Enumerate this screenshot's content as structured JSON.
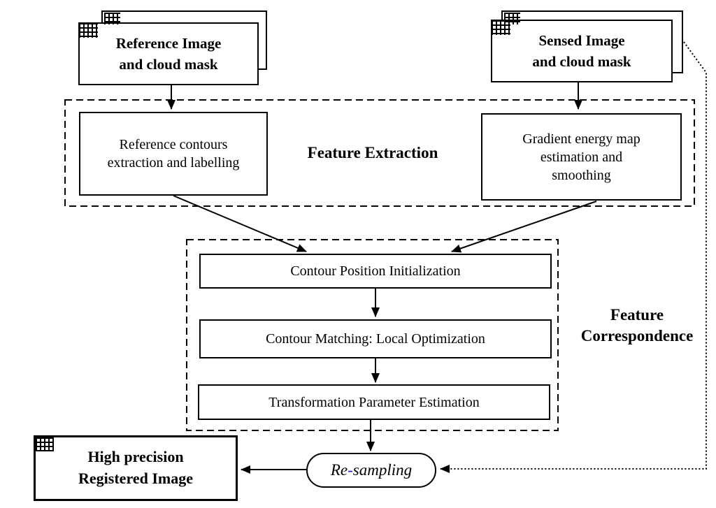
{
  "diagram": {
    "colors": {
      "ink": "#000000",
      "background": "#ffffff",
      "hyphen_blue": "#2020cc"
    },
    "inputs": {
      "reference": {
        "label": "Reference Image\nand cloud mask",
        "icon": "grid-icon"
      },
      "sensed": {
        "label": "Sensed Image\nand cloud mask",
        "icon": "grid-icon"
      }
    },
    "feature_extraction": {
      "group_label": "Feature Extraction",
      "steps": {
        "reference_contours": "Reference contours\nextraction and labelling",
        "gradient_energy": "Gradient energy map\nestimation and\nsmoothing"
      }
    },
    "feature_correspondence": {
      "group_label": "Feature\nCorrespondence",
      "steps": {
        "contour_position": "Contour Position Initialization",
        "contour_matching": "Contour Matching: Local Optimization",
        "transformation": "Transformation Parameter Estimation"
      }
    },
    "resampling": {
      "pre": "Re",
      "hyphen": "-",
      "post": "sampling"
    },
    "output": {
      "label": "High precision\nRegistered Image",
      "icon": "grid-icon"
    }
  }
}
